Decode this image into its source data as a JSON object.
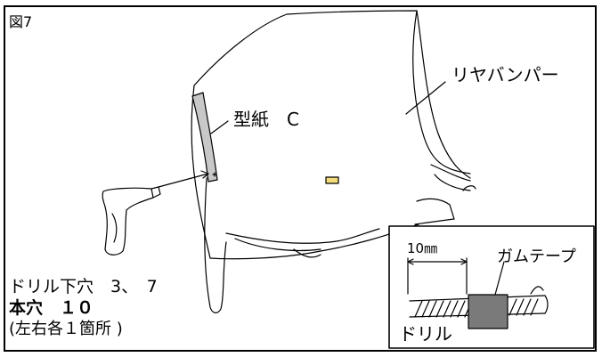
{
  "figure": {
    "title": "図7"
  },
  "labels": {
    "rear_bumper": "リヤバンパー",
    "template": "型紙　C",
    "gum_tape": "ガムテープ",
    "dimension": "10㎜",
    "drill": "ドリル",
    "pilot_hole": "ドリル下穴　3、　7",
    "main_hole": "本穴　１０",
    "note": "(左右各１箇所 )"
  },
  "colors": {
    "line": "#000000",
    "template_fill": "#c8c8c8",
    "tape_fill": "#7a7a7a",
    "marker_fill": "#f2dc7a"
  }
}
